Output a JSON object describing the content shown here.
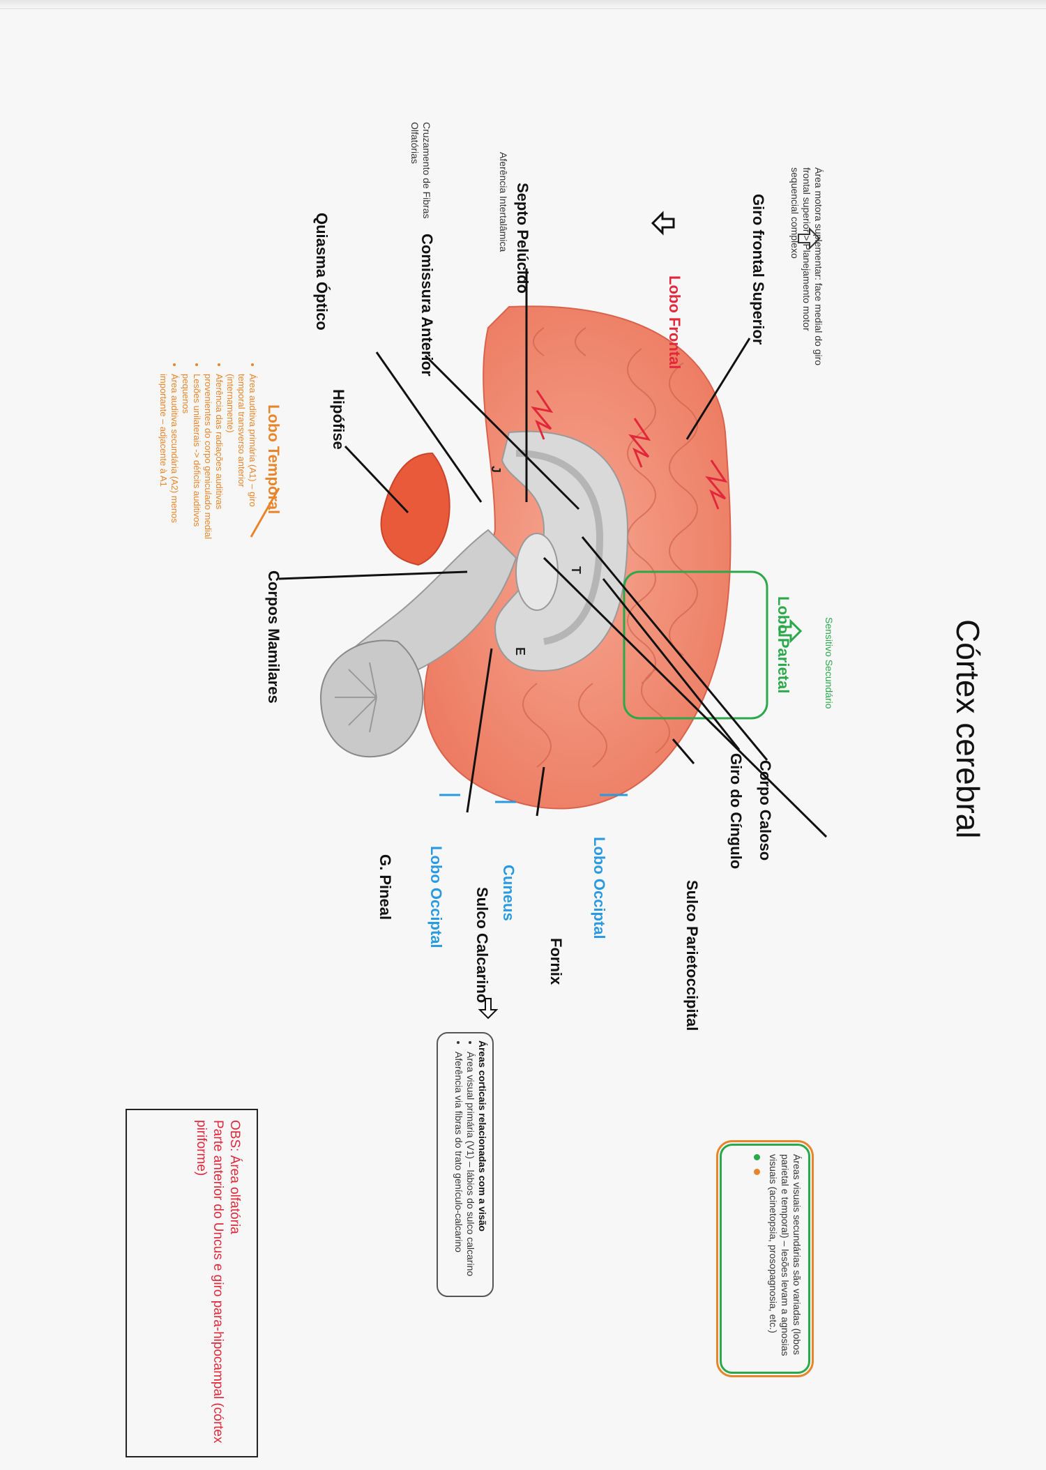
{
  "title": "Córtex cerebral",
  "notes": {
    "motor_area": "Área motora suplementar: face medial do giro frontal superior > Planejamento motor sequencial complexo",
    "sensory_secondary": "Sensitivo Secundário",
    "septum_afferent": "Aferência Intertalâmica",
    "commissure_crossing": "Cruzamento de Fibras Olfatórias"
  },
  "labels": {
    "giro_frontal_superior": "Giro frontal Superior",
    "lobo_frontal": "Lobo Frontal",
    "septo_pelucido": "Septo Pelúcido",
    "comissura_anterior": "Comissura Anterior",
    "quiasma_optico": "Quiasma Óptico",
    "hipofise": "Hipófise",
    "lobo_temporal": "Lobo Temporal",
    "corpos_mamilares": "Corpos Mamilares",
    "lobo_parietal": "Lobo Parietal",
    "corpo_caloso": "Corpo Caloso",
    "giro_do_cingulo": "Giro do Cíngulo",
    "sulco_parietoccipital": "Sulco Parietoccipital",
    "lobo_occipital_1": "Lobo Occiptal",
    "fornix": "Fornix",
    "cuneus": "Cuneus",
    "sulco_calcarino": "Sulco Calcarino",
    "lobo_occipital_2": "Lobo Occiptal",
    "g_pineal": "G. Pineal",
    "letter_j": "J",
    "letter_t": "T",
    "letter_e": "E"
  },
  "temporal_notes": [
    "Área auditiva primária (A1) – giro temporal transverso anterior (internamente)",
    "Aferência das radiações auditivas provenientes do corpo geniculado medial",
    "Lesões unilaterais -> déficits auditivos pequenos",
    "Área auditiva secundária (A2) menos importante – adjacente à A1"
  ],
  "visual_box": {
    "heading": "Áreas corticais relacionadas com a visão",
    "items": [
      "Área visual primária (V1) – lábios do sulco calcarino",
      "Aferência via fibras do trato genículo-calcarino"
    ]
  },
  "secondary_visual_box": {
    "text": "Áreas visuais secundárias são variadas (lobos parietal e temporal) – lesões levam a agnosias visuais (acinetopsia, prosopagnosia, etc.)",
    "dots": [
      "green",
      "orange"
    ]
  },
  "obs_box": {
    "line1": "OBS: Área olfatória",
    "line2": "Parte anterior do Uncus e giro para-hipocampal (córtex piriforme)"
  },
  "colors": {
    "red": "#e0283a",
    "green": "#2aa84a",
    "blue": "#2a9ae0",
    "orange": "#e8852a",
    "cortex": "#f18a72"
  }
}
